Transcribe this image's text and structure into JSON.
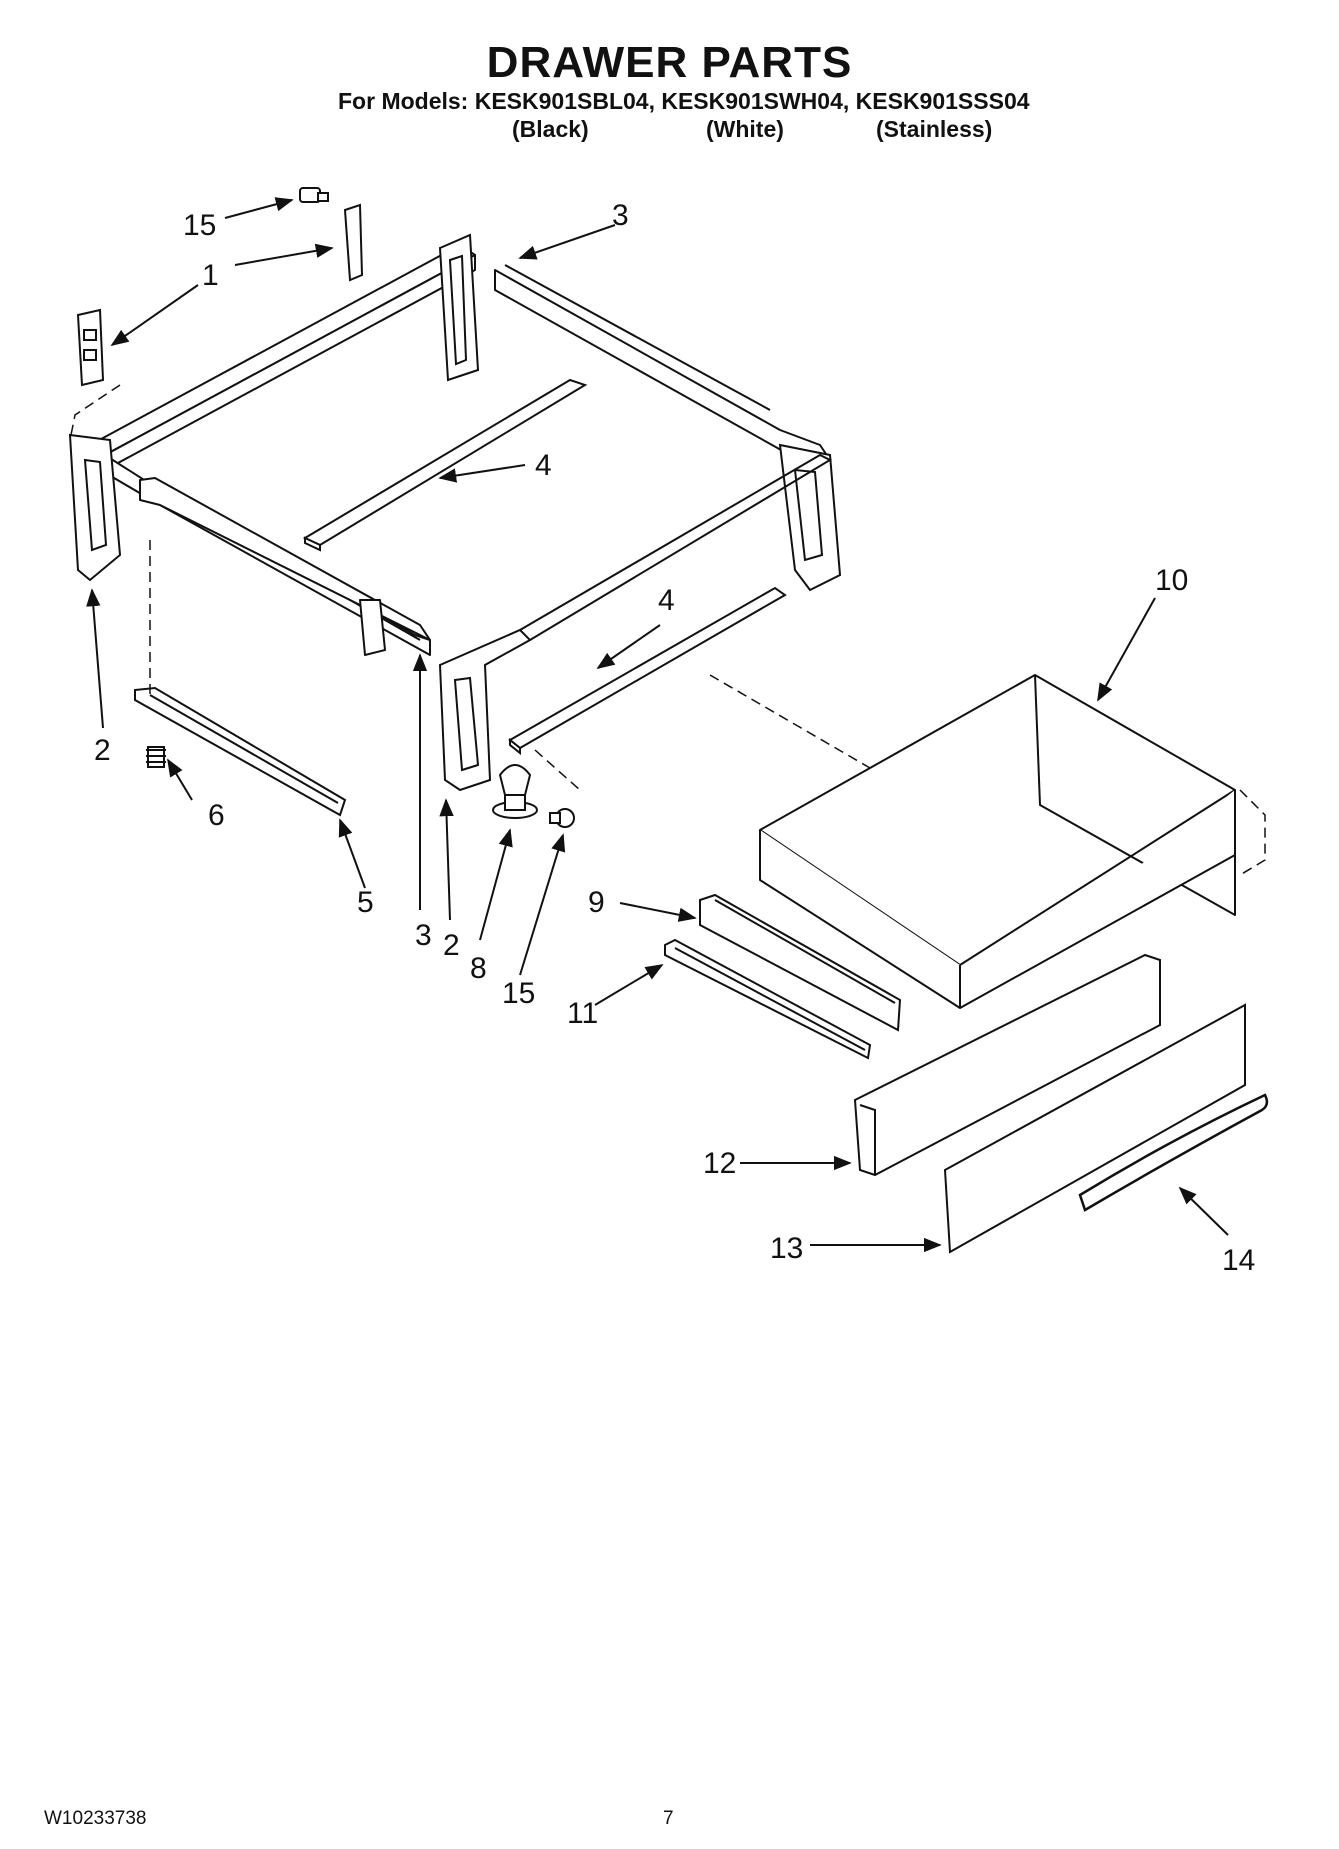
{
  "header": {
    "title": "DRAWER PARTS",
    "models_line": "For Models: KESK901SBL04, KESK901SWH04, KESK901SSS04",
    "variants": [
      "(Black)",
      "(White)",
      "(Stainless)"
    ]
  },
  "callouts": {
    "c15a": "15",
    "c1a": "1",
    "c1b": "1",
    "c3a": "3",
    "c4a": "4",
    "c4b": "4",
    "c2a": "2",
    "c10": "10",
    "c6": "6",
    "c5": "5",
    "c3b": "3",
    "c2b": "2",
    "c8": "8",
    "c15b": "15",
    "c9": "9",
    "c11": "11",
    "c12": "12",
    "c13": "13",
    "c14": "14"
  },
  "footer": {
    "doc_number": "W10233738",
    "page_number": "7"
  },
  "colors": {
    "ink": "#111111",
    "paper": "#ffffff",
    "shade": "#d8d8d8"
  }
}
